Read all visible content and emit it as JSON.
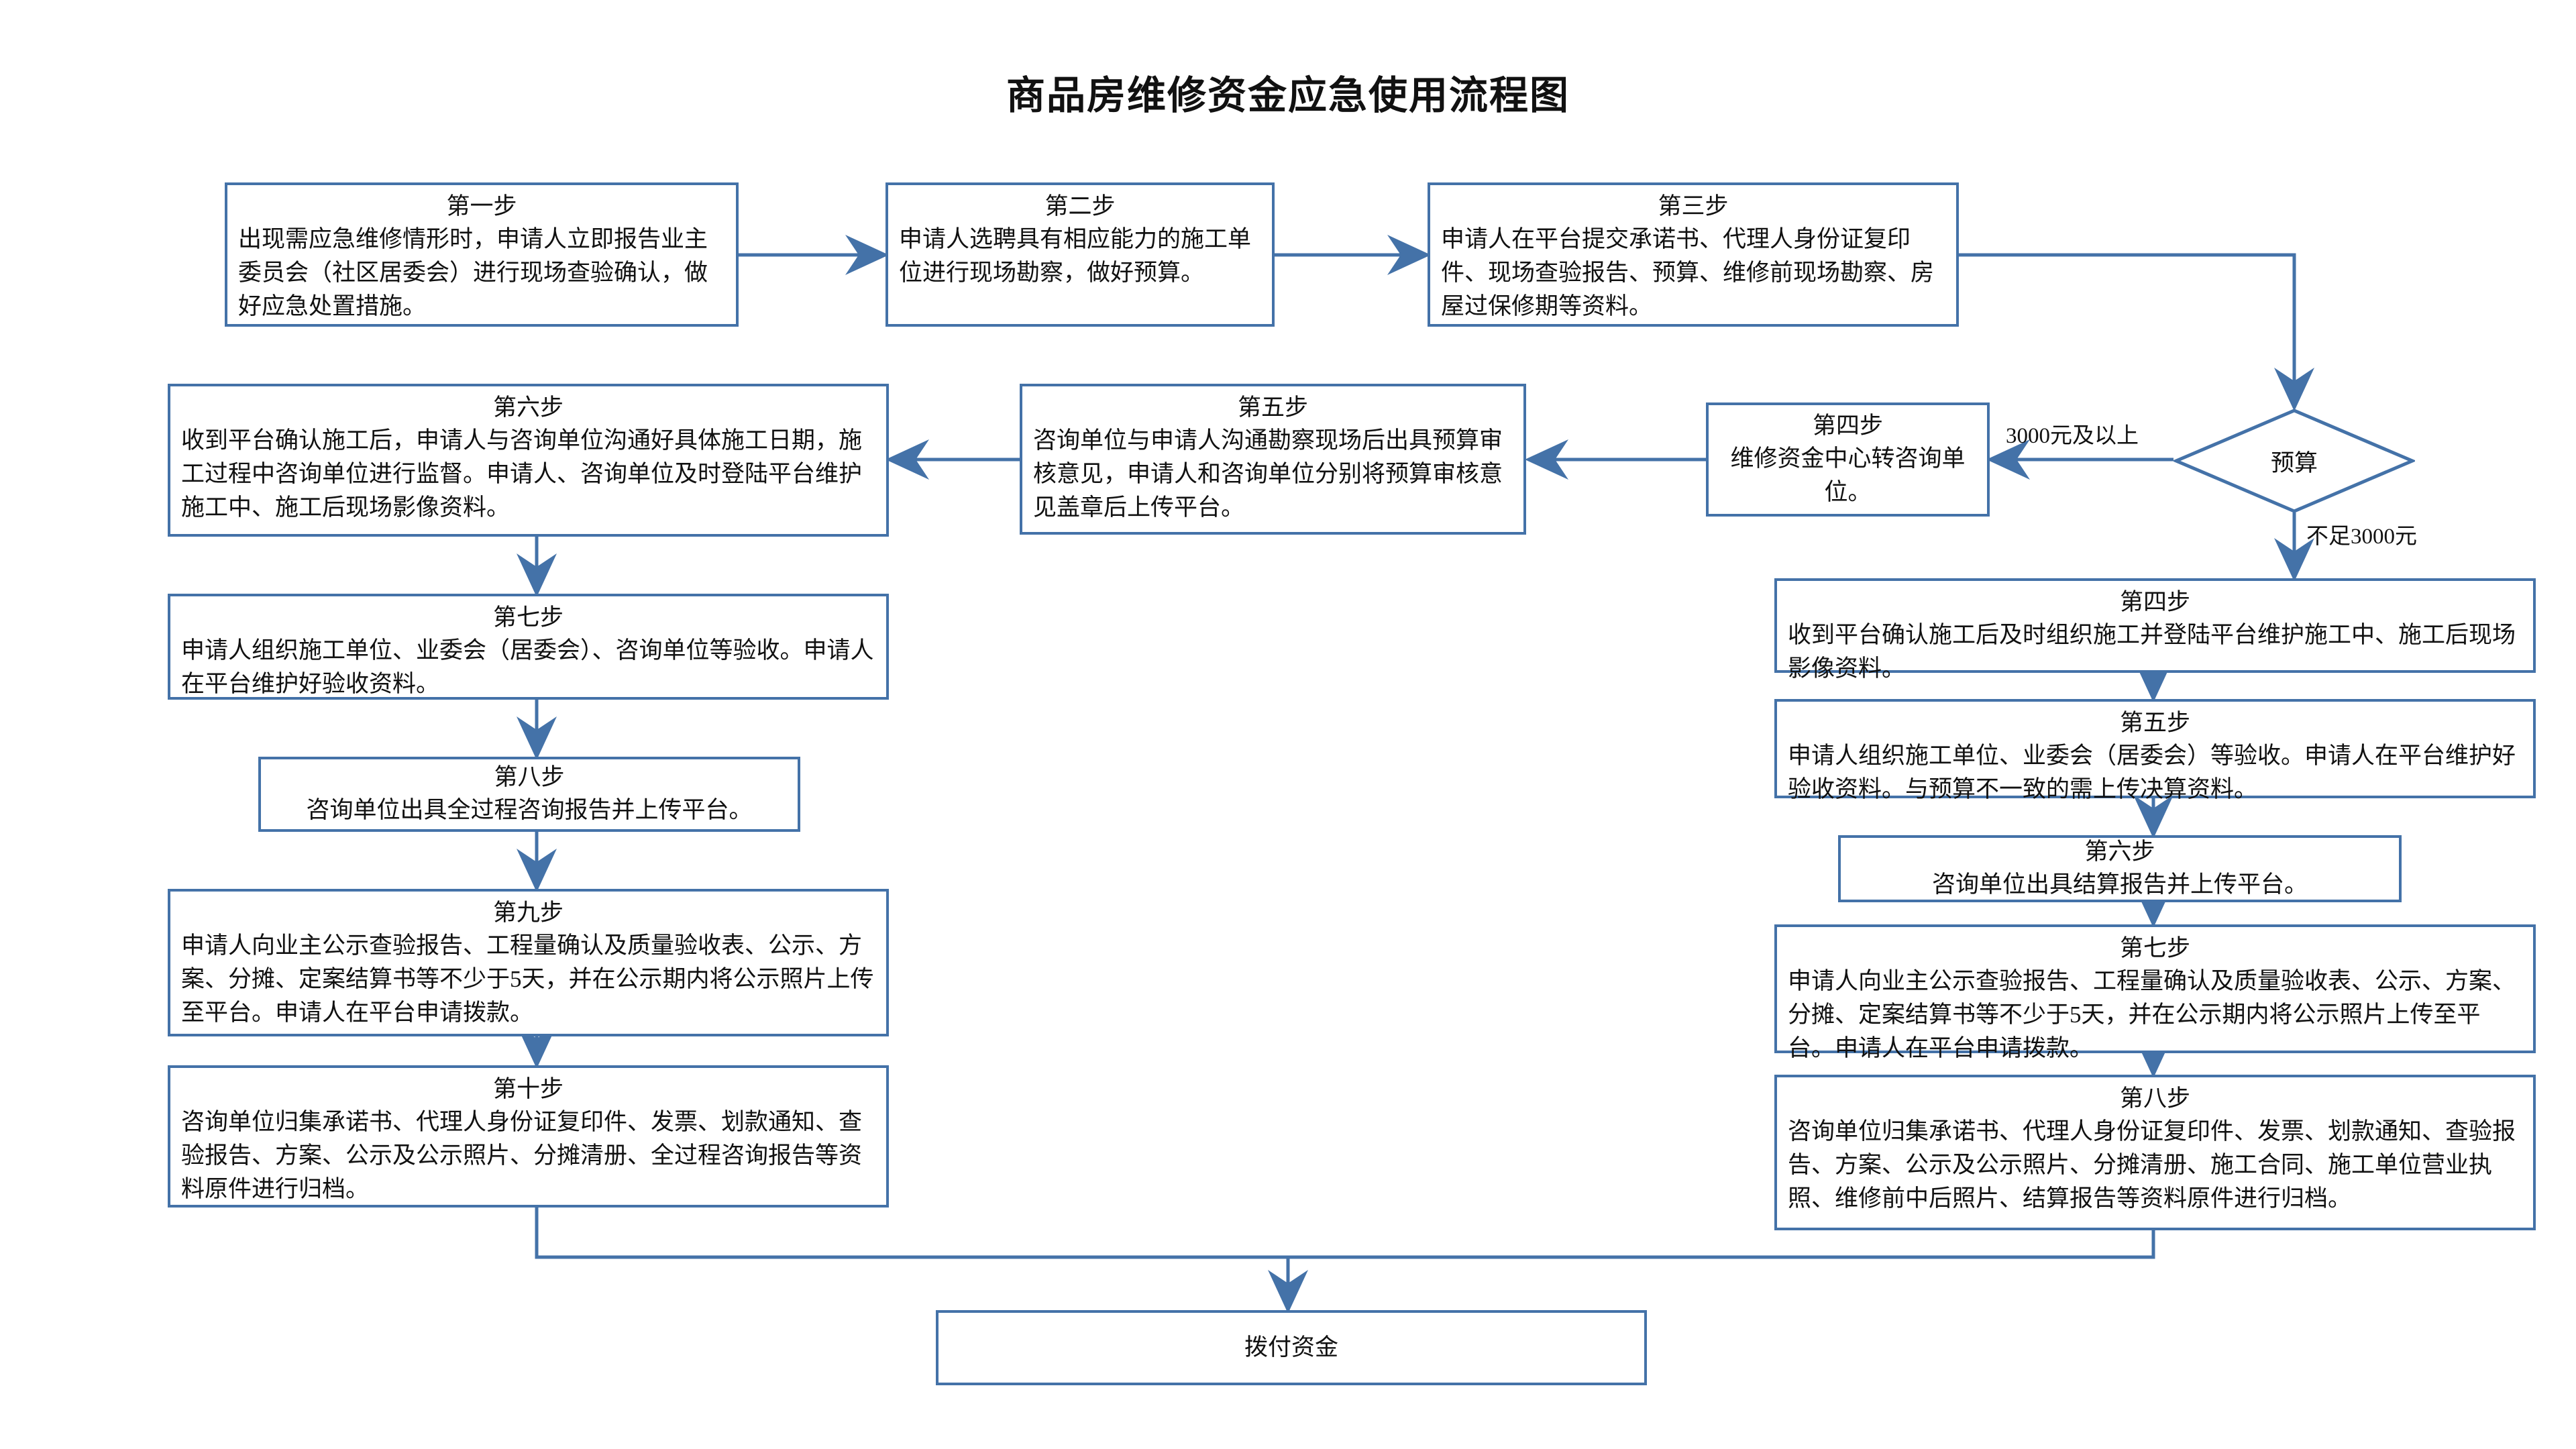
{
  "title": "商品房维修资金应急使用流程图",
  "theme": {
    "line_color": "#4472a8",
    "box_border": "#4472a8",
    "text_color": "#111111",
    "background": "#ffffff"
  },
  "nodes": {
    "step1": {
      "head": "第一步",
      "body": "出现需应急维修情形时，申请人立即报告业主委员会（社区居委会）进行现场查验确认，做好应急处置措施。"
    },
    "step2": {
      "head": "第二步",
      "body": "申请人选聘具有相应能力的施工单位进行现场勘察，做好预算。"
    },
    "step3": {
      "head": "第三步",
      "body": "申请人在平台提交承诺书、代理人身份证复印件、现场查验报告、预算、维修前现场勘察、房屋过保修期等资料。"
    },
    "decision": {
      "label": "预算"
    },
    "left_step4": {
      "head": "第四步",
      "body": "维修资金中心转咨询单位。"
    },
    "left_step5": {
      "head": "第五步",
      "body": "咨询单位与申请人沟通勘察现场后出具预算审核意见，申请人和咨询单位分别将预算审核意见盖章后上传平台。"
    },
    "left_step6": {
      "head": "第六步",
      "body": "收到平台确认施工后，申请人与咨询单位沟通好具体施工日期，施工过程中咨询单位进行监督。申请人、咨询单位及时登陆平台维护施工中、施工后现场影像资料。"
    },
    "left_step7": {
      "head": "第七步",
      "body": "申请人组织施工单位、业委会（居委会）、咨询单位等验收。申请人在平台维护好验收资料。"
    },
    "left_step8": {
      "head": "第八步",
      "body": "咨询单位出具全过程咨询报告并上传平台。"
    },
    "left_step9": {
      "head": "第九步",
      "body": "申请人向业主公示查验报告、工程量确认及质量验收表、公示、方案、分摊、定案结算书等不少于5天，并在公示期内将公示照片上传至平台。申请人在平台申请拨款。"
    },
    "left_step10": {
      "head": "第十步",
      "body": "咨询单位归集承诺书、代理人身份证复印件、发票、划款通知、查验报告、方案、公示及公示照片、分摊清册、全过程咨询报告等资料原件进行归档。"
    },
    "right_step4": {
      "head": "第四步",
      "body": "收到平台确认施工后及时组织施工并登陆平台维护施工中、施工后现场影像资料。"
    },
    "right_step5": {
      "head": "第五步",
      "body": "申请人组织施工单位、业委会（居委会）等验收。申请人在平台维护好验收资料。与预算不一致的需上传决算资料。"
    },
    "right_step6": {
      "head": "第六步",
      "body": "咨询单位出具结算报告并上传平台。"
    },
    "right_step7": {
      "head": "第七步",
      "body": "申请人向业主公示查验报告、工程量确认及质量验收表、公示、方案、分摊、定案结算书等不少于5天，并在公示期内将公示照片上传至平台。申请人在平台申请拨款。"
    },
    "right_step8": {
      "head": "第八步",
      "body": "咨询单位归集承诺书、代理人身份证复印件、发票、划款通知、查验报告、方案、公示及公示照片、分摊清册、施工合同、施工单位营业执照、维修前中后照片、结算报告等资料原件进行归档。"
    },
    "final": {
      "label": "拨付资金"
    }
  },
  "edge_labels": {
    "budget_ge": "3000元及以上",
    "budget_lt": "不足3000元"
  }
}
